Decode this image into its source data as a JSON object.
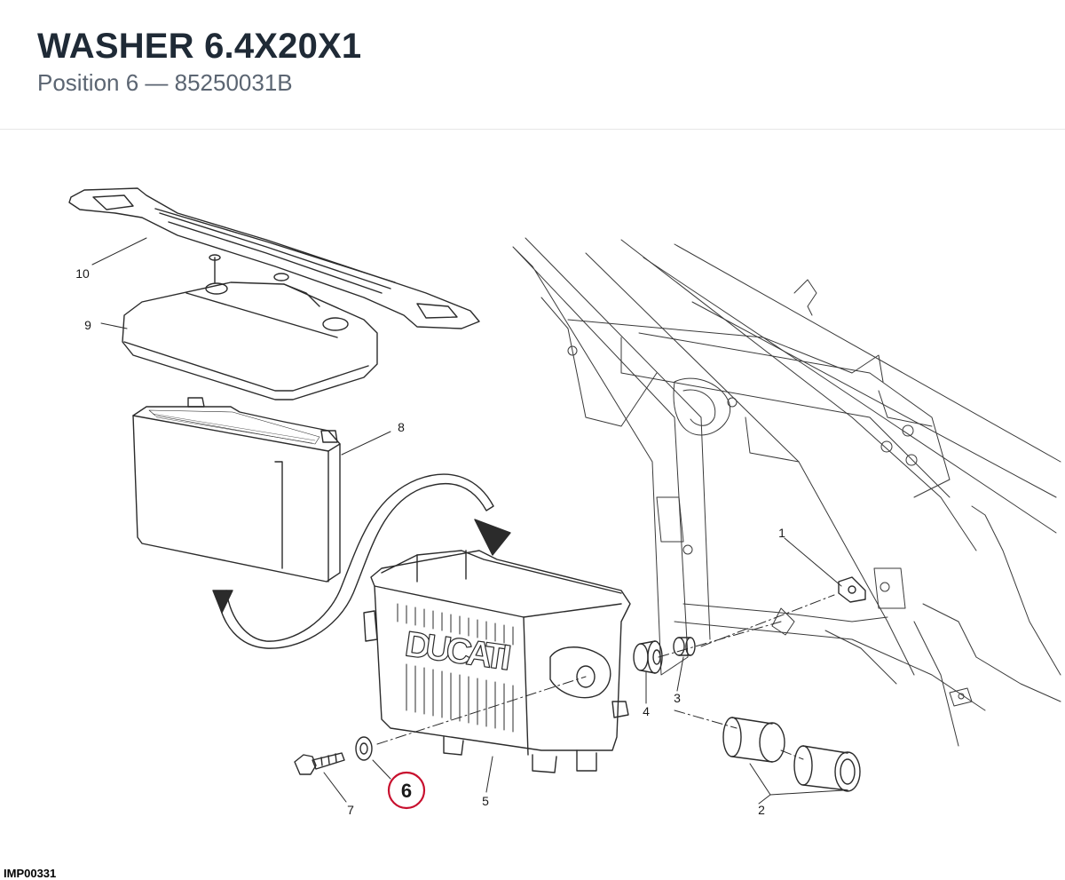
{
  "header": {
    "title": "WASHER 6.4X20X1",
    "subtitle": "Position 6 — 85250031B"
  },
  "diagram": {
    "callouts": [
      "1",
      "2",
      "3",
      "4",
      "5",
      "6",
      "7",
      "8",
      "9",
      "10"
    ],
    "highlight": "6",
    "brand_text": "DUCATI",
    "highlight_color": "#c8102e",
    "line_color": "#2b2b2b"
  },
  "footer": {
    "code": "IMP00331"
  }
}
